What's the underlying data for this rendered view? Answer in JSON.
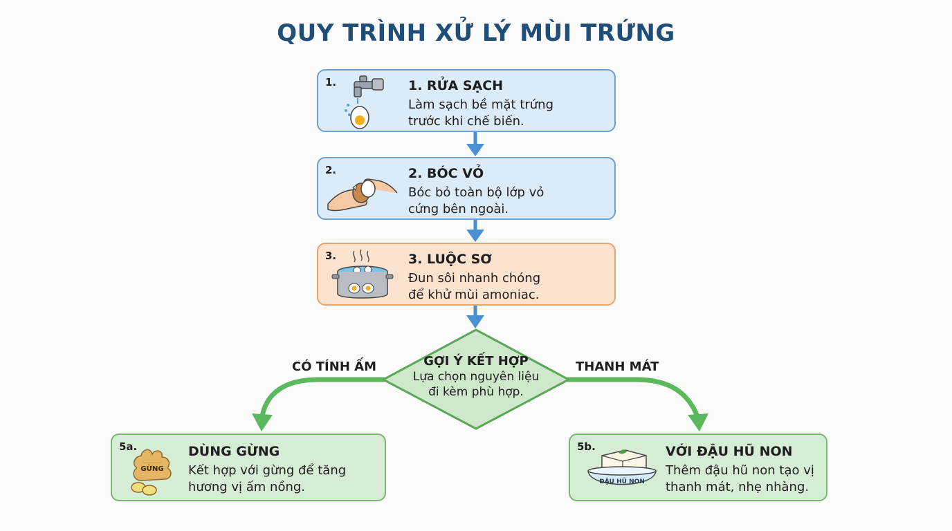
{
  "title": "QUY TRÌNH XỬ LÝ MÙI TRỨNG",
  "steps": [
    {
      "number": "1.",
      "heading": "1. RỬA SẠCH",
      "description": "Làm sạch bề mặt trứng\ntrước khi chế biến.",
      "icon": "faucet-egg-icon"
    },
    {
      "number": "2.",
      "heading": "2. BÓC VỎ",
      "description": "Bóc bỏ toàn bộ lớp vỏ\ncứng bên ngoài.",
      "icon": "hands-peeling-egg-icon"
    },
    {
      "number": "3.",
      "heading": "3. LUỘC SƠ",
      "description": "Đun sôi nhanh chóng\nđể khử mùi amoniac.",
      "icon": "boiling-pot-icon"
    }
  ],
  "decision": {
    "heading": "GỢI Ý KẾT HỢP",
    "description": "Lựa chọn nguyên liệu\nđi kèm phù hợp."
  },
  "branches": {
    "left_label": "CÓ TÍNH ẤM",
    "right_label": "THANH MÁT"
  },
  "options": [
    {
      "number": "5a.",
      "heading": "DÙNG GỪNG",
      "description": "Kết hợp với gừng để tăng\nhương vị ấm nồng.",
      "icon": "ginger-icon",
      "icon_label": "GỪNG"
    },
    {
      "number": "5b.",
      "heading": "VỚI ĐẬU HŨ NON",
      "description": "Thêm đậu hũ non tạo vị\nthanh mát, nhẹ nhàng.",
      "icon": "tofu-bowl-icon",
      "icon_label": "ĐẬU HŨ NON"
    }
  ],
  "colors": {
    "title": "#1f4e79",
    "step_blue": "#dcebf8",
    "step_orange": "#fbe3cf",
    "option_green": "#d7ecd4",
    "arrow_blue": "#4a90d0",
    "arrow_green": "#5cb85c"
  }
}
